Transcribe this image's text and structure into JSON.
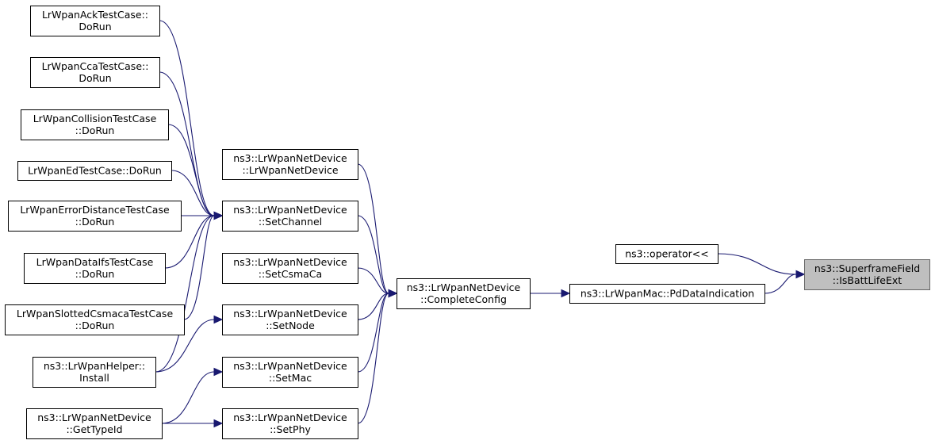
{
  "diagram": {
    "colors": {
      "edge": "#191970",
      "focus_fill": "#bfbfbf",
      "focus_stroke": "#666666",
      "box_stroke": "#000000"
    },
    "nodes": [
      {
        "id": "ack",
        "lines": [
          "LrWpanAckTestCase::",
          "DoRun"
        ]
      },
      {
        "id": "cca",
        "lines": [
          "LrWpanCcaTestCase::",
          "DoRun"
        ]
      },
      {
        "id": "collision",
        "lines": [
          "LrWpanCollisionTestCase",
          "::DoRun"
        ]
      },
      {
        "id": "ed",
        "lines": [
          "LrWpanEdTestCase::DoRun"
        ]
      },
      {
        "id": "errdist",
        "lines": [
          "LrWpanErrorDistanceTestCase",
          "::DoRun"
        ]
      },
      {
        "id": "dataifs",
        "lines": [
          "LrWpanDataIfsTestCase",
          "::DoRun"
        ]
      },
      {
        "id": "slotted",
        "lines": [
          "LrWpanSlottedCsmacaTestCase",
          "::DoRun"
        ]
      },
      {
        "id": "helper",
        "lines": [
          "ns3::LrWpanHelper::",
          "Install"
        ]
      },
      {
        "id": "typeid",
        "lines": [
          "ns3::LrWpanNetDevice",
          "::GetTypeId"
        ]
      },
      {
        "id": "ctor",
        "lines": [
          "ns3::LrWpanNetDevice",
          "::LrWpanNetDevice"
        ]
      },
      {
        "id": "setchannel",
        "lines": [
          "ns3::LrWpanNetDevice",
          "::SetChannel"
        ]
      },
      {
        "id": "setcsmaca",
        "lines": [
          "ns3::LrWpanNetDevice",
          "::SetCsmaCa"
        ]
      },
      {
        "id": "setnode",
        "lines": [
          "ns3::LrWpanNetDevice",
          "::SetNode"
        ]
      },
      {
        "id": "setmac",
        "lines": [
          "ns3::LrWpanNetDevice",
          "::SetMac"
        ]
      },
      {
        "id": "setphy",
        "lines": [
          "ns3::LrWpanNetDevice",
          "::SetPhy"
        ]
      },
      {
        "id": "complete",
        "lines": [
          "ns3::LrWpanNetDevice",
          "::CompleteConfig"
        ]
      },
      {
        "id": "pddata",
        "lines": [
          "ns3::LrWpanMac::PdDataIndication"
        ]
      },
      {
        "id": "operator",
        "lines": [
          "ns3::operator<<"
        ]
      },
      {
        "id": "battlife",
        "lines": [
          "ns3::SuperframeField",
          "::IsBattLifeExt"
        ],
        "focus": true
      }
    ],
    "edges": [
      {
        "from": "ack",
        "to": "setchannel"
      },
      {
        "from": "cca",
        "to": "setchannel"
      },
      {
        "from": "collision",
        "to": "setchannel"
      },
      {
        "from": "ed",
        "to": "setchannel"
      },
      {
        "from": "errdist",
        "to": "setchannel"
      },
      {
        "from": "dataifs",
        "to": "setchannel"
      },
      {
        "from": "slotted",
        "to": "setchannel"
      },
      {
        "from": "helper",
        "to": "setchannel"
      },
      {
        "from": "helper",
        "to": "setnode"
      },
      {
        "from": "typeid",
        "to": "setmac"
      },
      {
        "from": "typeid",
        "to": "setphy"
      },
      {
        "from": "ctor",
        "to": "complete"
      },
      {
        "from": "setchannel",
        "to": "complete"
      },
      {
        "from": "setcsmaca",
        "to": "complete"
      },
      {
        "from": "setnode",
        "to": "complete"
      },
      {
        "from": "setmac",
        "to": "complete"
      },
      {
        "from": "setphy",
        "to": "complete"
      },
      {
        "from": "complete",
        "to": "pddata"
      },
      {
        "from": "pddata",
        "to": "battlife"
      },
      {
        "from": "operator",
        "to": "battlife"
      }
    ]
  }
}
